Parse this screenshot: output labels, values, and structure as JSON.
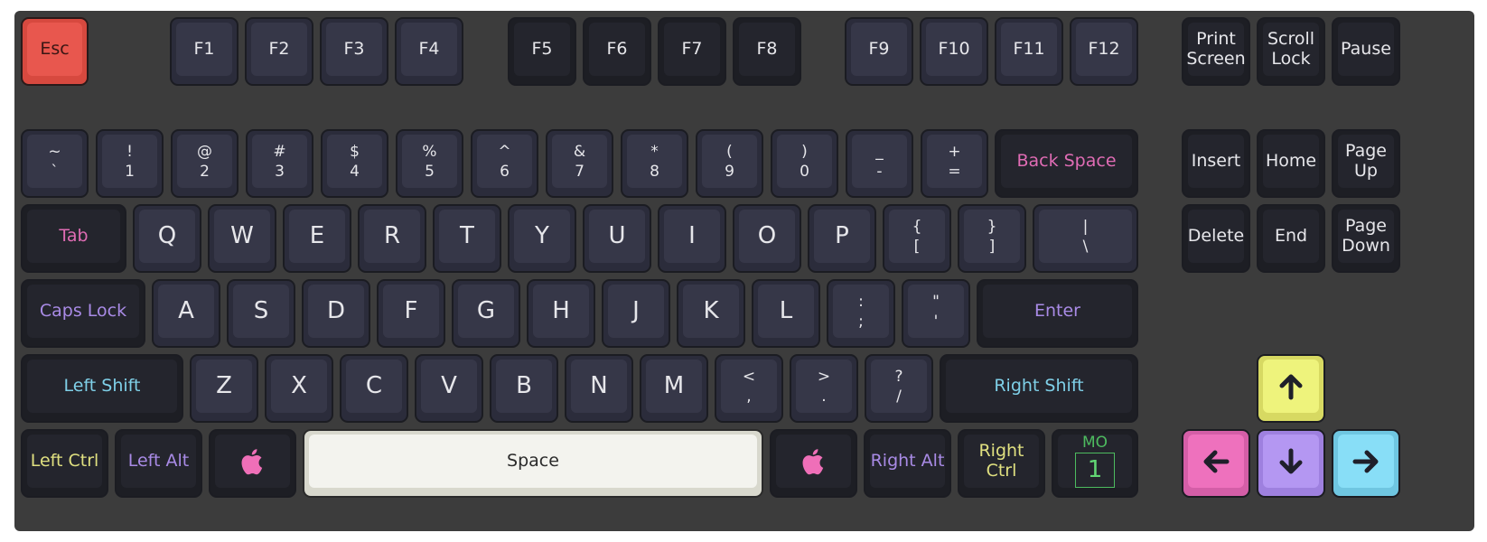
{
  "function_row": {
    "esc": "Esc",
    "f": [
      "F1",
      "F2",
      "F3",
      "F4",
      "F5",
      "F6",
      "F7",
      "F8",
      "F9",
      "F10",
      "F11",
      "F12"
    ],
    "nav": [
      [
        "Print",
        "Screen"
      ],
      [
        "Scroll",
        "Lock"
      ],
      [
        "Pause",
        ""
      ]
    ]
  },
  "number_row": {
    "keys": [
      [
        "~",
        "`"
      ],
      [
        "!",
        "1"
      ],
      [
        "@",
        "2"
      ],
      [
        "#",
        "3"
      ],
      [
        "$",
        "4"
      ],
      [
        "%",
        "5"
      ],
      [
        "^",
        "6"
      ],
      [
        "&",
        "7"
      ],
      [
        "*",
        "8"
      ],
      [
        "(",
        "9"
      ],
      [
        ")",
        "0"
      ],
      [
        "_",
        "-"
      ],
      [
        "+",
        "="
      ]
    ],
    "backspace": "Back Space",
    "insert": "Insert",
    "home": "Home",
    "page_up": [
      "Page",
      "Up"
    ]
  },
  "tab_row": {
    "tab": "Tab",
    "letters": [
      "Q",
      "W",
      "E",
      "R",
      "T",
      "Y",
      "U",
      "I",
      "O",
      "P"
    ],
    "brackets": [
      [
        "{",
        "["
      ],
      [
        "}",
        "]"
      ],
      [
        "|",
        "\\"
      ]
    ],
    "delete": "Delete",
    "end": "End",
    "page_down": [
      "Page",
      "Down"
    ]
  },
  "caps_row": {
    "caps": "Caps Lock",
    "letters": [
      "A",
      "S",
      "D",
      "F",
      "G",
      "H",
      "J",
      "K",
      "L"
    ],
    "punct": [
      [
        ":",
        ";"
      ],
      [
        "\"",
        "'"
      ]
    ],
    "enter": "Enter"
  },
  "shift_row": {
    "left_shift": "Left Shift",
    "letters": [
      "Z",
      "X",
      "C",
      "V",
      "B",
      "N",
      "M"
    ],
    "punct": [
      [
        "<",
        ","
      ],
      [
        ">",
        "."
      ],
      [
        "?",
        "/"
      ]
    ],
    "right_shift": "Right Shift"
  },
  "bottom_row": {
    "left_ctrl": "Left Ctrl",
    "left_alt": "Left Alt",
    "space": "Space",
    "right_alt": "Right Alt",
    "right_ctrl": [
      "Right",
      "Ctrl"
    ],
    "mo_label": "MO",
    "mo_layer": "1"
  },
  "colors": {
    "board": "#3c3c3c",
    "esc": "#e8574e",
    "pink": "#ee71bd",
    "purple": "#b497f2",
    "cyan": "#88def7",
    "yellow": "#eef37c",
    "mo_green": "#4dbb5f"
  },
  "icons": {
    "meta": "apple-icon",
    "arrows": [
      "arrow-up-icon",
      "arrow-left-icon",
      "arrow-down-icon",
      "arrow-right-icon"
    ]
  }
}
